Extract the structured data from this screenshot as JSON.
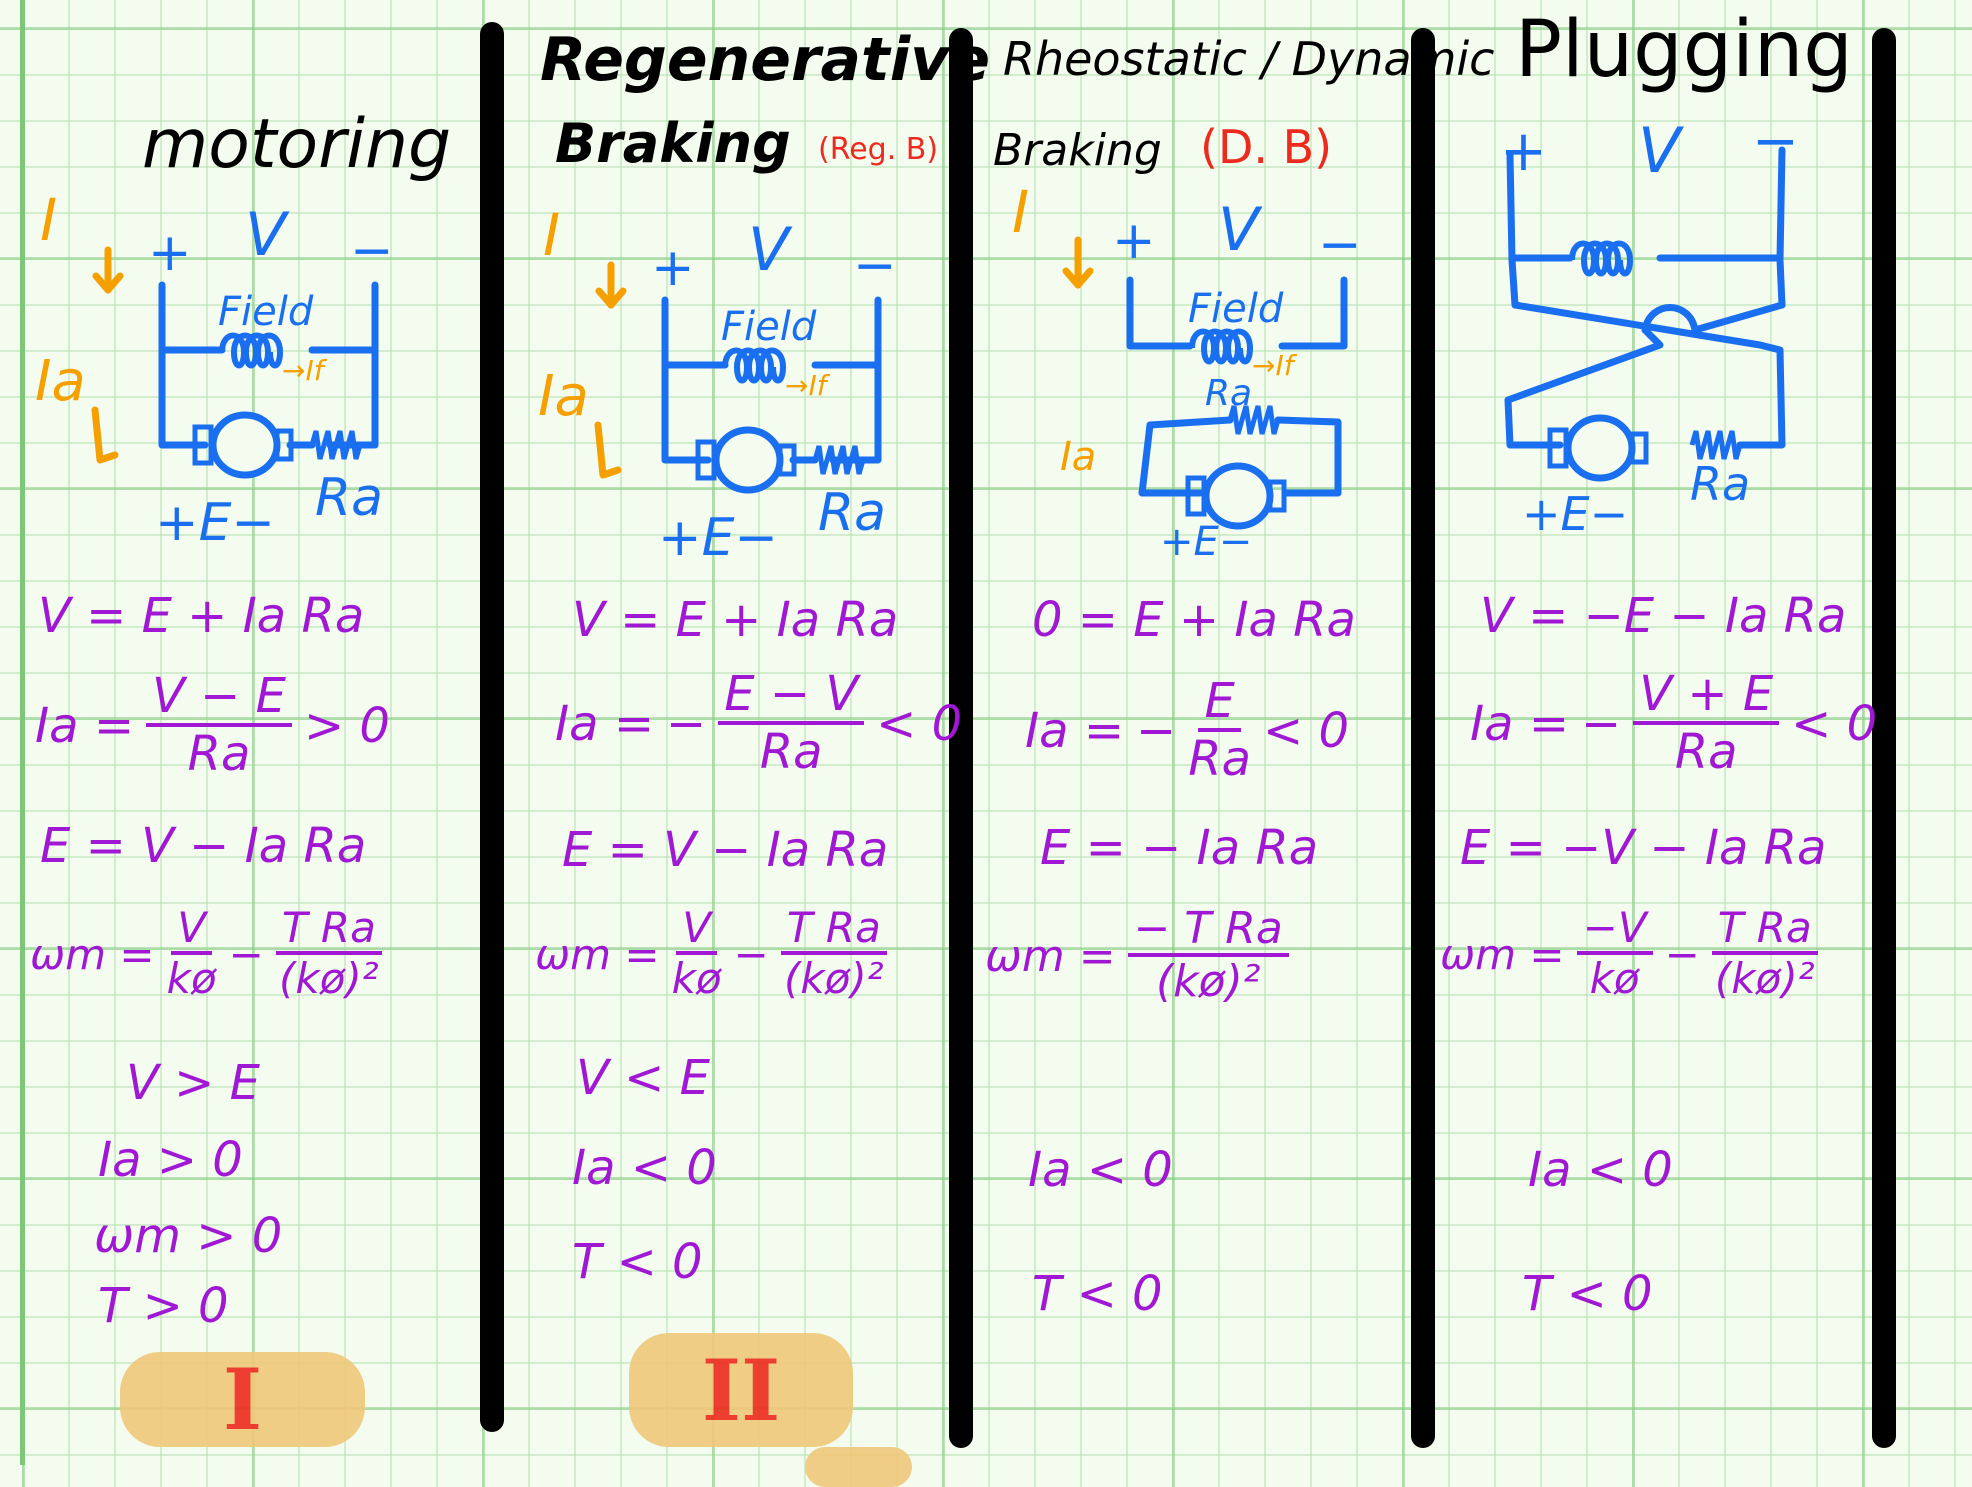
{
  "colors": {
    "circuit": "#1a6ff0",
    "current": "#f5a000",
    "equation": "#a018d4",
    "tag": "#ee2a1e",
    "title": "#000000",
    "badge": "#efc87a"
  },
  "columns": [
    {
      "title": "motoring",
      "subtitle": "",
      "tag": "",
      "circuit": {
        "I": "I",
        "plus": "+",
        "V": "V",
        "minus": "−",
        "field": "Field",
        "If": "→If",
        "Ia": "Ia",
        "E": "+E−",
        "Ra": "Ra"
      },
      "eq1": "V = E + Ia Ra",
      "eq2": {
        "lhs": "Ia =",
        "sign": "",
        "num": "V − E",
        "den": "Ra",
        "rhs": "> 0"
      },
      "eq3": "E = V − Ia Ra",
      "eq4": {
        "lhs": "ωm =",
        "t1_num": "V",
        "t1_den": "kø",
        "op": "−",
        "t2_num": "T Ra",
        "t2_den": "(kø)²"
      },
      "conditions": [
        "V > E",
        "Ia > 0",
        "ωm > 0",
        "T > 0"
      ],
      "badge": "I"
    },
    {
      "title": "Regenerative",
      "subtitle": "Braking",
      "tag": "(Reg. B)",
      "circuit": {
        "I": "I",
        "plus": "+",
        "V": "V",
        "minus": "−",
        "field": "Field",
        "If": "→If",
        "Ia": "Ia",
        "E": "+E−",
        "Ra": "Ra"
      },
      "eq1": "V = E + Ia Ra",
      "eq2": {
        "lhs": "Ia =",
        "sign": "−",
        "num": "E − V",
        "den": "Ra",
        "rhs": "< 0"
      },
      "eq3": "E = V − Ia Ra",
      "eq4": {
        "lhs": "ωm =",
        "t1_num": "V",
        "t1_den": "kø",
        "op": "−",
        "t2_num": "T Ra",
        "t2_den": "(kø)²"
      },
      "conditions": [
        "V < E",
        "Ia < 0",
        "T < 0"
      ],
      "badge": "II"
    },
    {
      "title": "Rheostatic / Dynamic",
      "subtitle": "Braking",
      "tag": "(D. B)",
      "circuit": {
        "I": "I",
        "plus": "+",
        "V": "V",
        "minus": "−",
        "field": "Field",
        "If": "→If",
        "Ia": "Ia",
        "E": "+E−",
        "Ra": "Ra"
      },
      "eq1": "0 = E + Ia Ra",
      "eq2": {
        "lhs": "Ia =",
        "sign": "−",
        "num": "E",
        "den": "Ra",
        "rhs": "< 0"
      },
      "eq3": "E = − Ia Ra",
      "eq4": {
        "lhs": "ωm =",
        "t2_num": "− T Ra",
        "t2_den": "(kø)²"
      },
      "conditions": [
        "Ia < 0",
        "T < 0"
      ]
    },
    {
      "title": "Plugging",
      "subtitle": "",
      "tag": "",
      "circuit": {
        "plus": "+",
        "V": "V",
        "minus": "−",
        "E": "+E−",
        "Ra": "Ra"
      },
      "eq1": "V = −E − Ia Ra",
      "eq2": {
        "lhs": "Ia =",
        "sign": "−",
        "num": "V + E",
        "den": "Ra",
        "rhs": "< 0"
      },
      "eq3": "E = −V − Ia Ra",
      "eq4": {
        "lhs": "ωm =",
        "t1_num": "−V",
        "t1_den": "kø",
        "op": "−",
        "t2_num": "T Ra",
        "t2_den": "(kø)²"
      },
      "conditions": [
        "Ia < 0",
        "T < 0"
      ]
    }
  ]
}
